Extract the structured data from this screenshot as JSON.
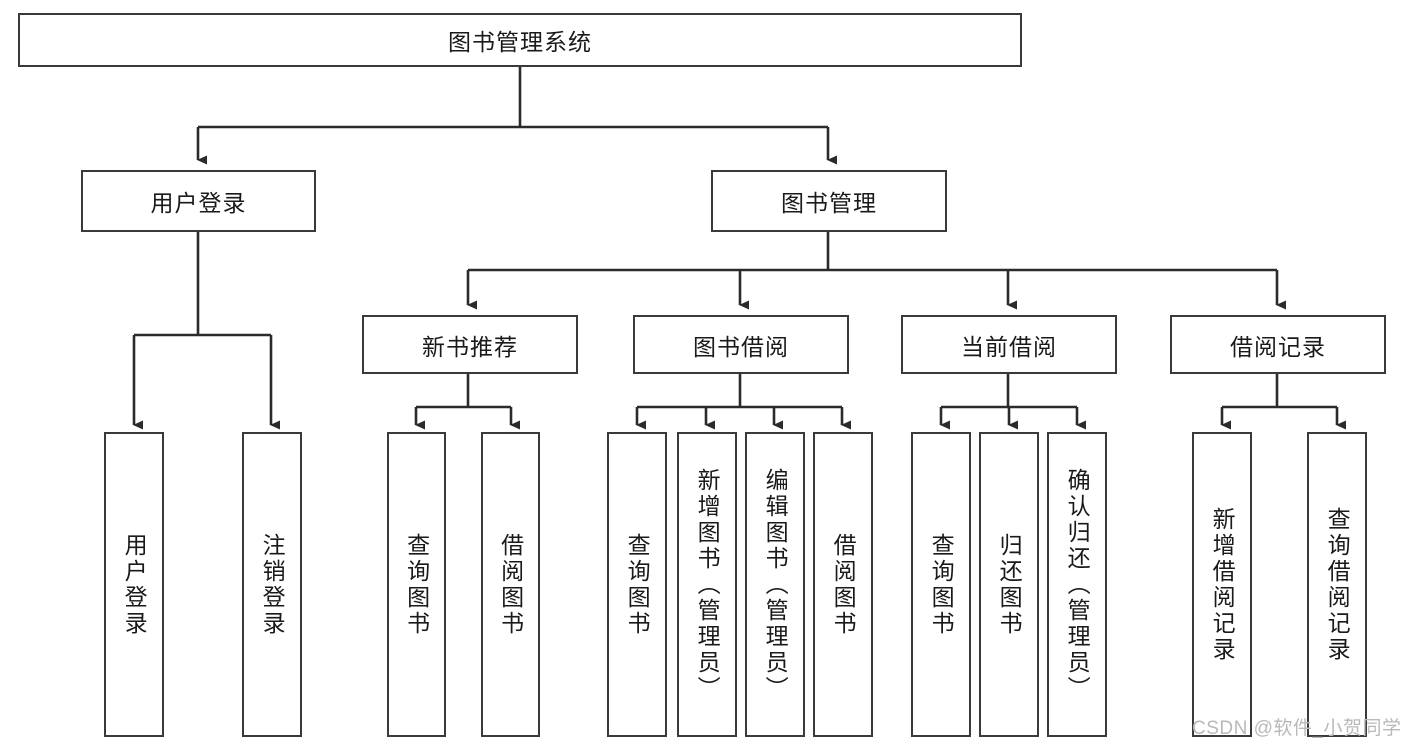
{
  "diagram": {
    "title": "图书管理系统",
    "type": "tree-hierarchy-chart",
    "orientation": "top-down",
    "levels": 4,
    "colors": {
      "box_border": "#3a3a3a",
      "box_fill": "#ffffff",
      "connector": "#2b2b2b",
      "text": "#1a1a1a",
      "watermark": "#b9b9b9",
      "background": "#ffffff"
    }
  },
  "root": {
    "label": "图书管理系统"
  },
  "level2": [
    {
      "label": "用户登录"
    },
    {
      "label": "图书管理"
    }
  ],
  "level3": [
    {
      "label": "新书推荐"
    },
    {
      "label": "图书借阅"
    },
    {
      "label": "当前借阅"
    },
    {
      "label": "借阅记录"
    }
  ],
  "leaves": {
    "user_login": [
      {
        "label": "用户登录"
      },
      {
        "label": "注销登录"
      }
    ],
    "new_book_recommend": [
      {
        "label": "查询图书"
      },
      {
        "label": "借阅图书"
      }
    ],
    "book_borrow": [
      {
        "label": "查询图书"
      },
      {
        "label": "新增图书（管理员）"
      },
      {
        "label": "编辑图书（管理员）"
      },
      {
        "label": "借阅图书"
      }
    ],
    "current_borrow": [
      {
        "label": "查询图书"
      },
      {
        "label": "归还图书"
      },
      {
        "label": "确认归还（管理员）"
      }
    ],
    "borrow_record": [
      {
        "label": "新增借阅记录"
      },
      {
        "label": "查询借阅记录"
      }
    ]
  },
  "watermark": {
    "text": "CSDN @软件_小贺同学"
  }
}
